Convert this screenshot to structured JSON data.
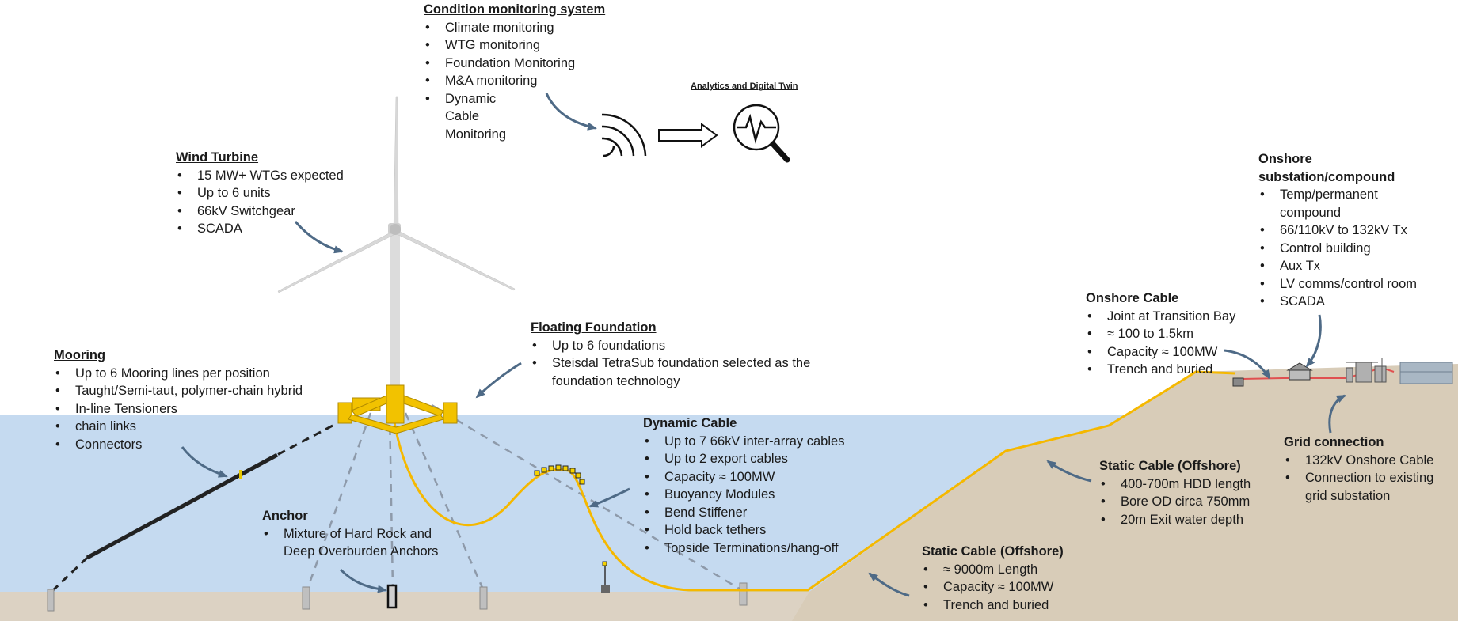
{
  "colors": {
    "sea": "#c5daf0",
    "seabed": "#dcd2c3",
    "land": "#d8ccb8",
    "foundation": "#f2c200",
    "cable": "#f5b800",
    "arrow": "#4e6a86"
  },
  "condition_monitoring": {
    "title": "Condition monitoring system",
    "items": [
      "Climate monitoring",
      "WTG monitoring",
      "Foundation Monitoring",
      "M&A monitoring",
      "Dynamic Cable Monitoring"
    ]
  },
  "analytics": {
    "title": "Analytics and Digital Twin"
  },
  "wind_turbine": {
    "title": "Wind Turbine",
    "items": [
      "15 MW+ WTGs expected",
      "Up to 6 units",
      "66kV Switchgear",
      "SCADA"
    ]
  },
  "mooring": {
    "title": "Mooring",
    "items": [
      "Up to 6 Mooring lines per position",
      "Taught/Semi-taut, polymer-chain hybrid",
      "In-line Tensioners",
      "chain links",
      "Connectors"
    ]
  },
  "floating_foundation": {
    "title": "Floating Foundation",
    "items": [
      "Up to 6 foundations",
      "Steisdal TetraSub foundation selected as the foundation technology"
    ]
  },
  "dynamic_cable": {
    "title": "Dynamic Cable",
    "items": [
      "Up to  7 66kV inter-array cables",
      "Up to 2 export cables",
      "Capacity ≈ 100MW",
      "Buoyancy Modules",
      "Bend Stiffener",
      "Hold back tethers",
      "Topside Terminations/hang-off"
    ]
  },
  "anchor": {
    "title": "Anchor",
    "items": [
      "Mixture of Hard Rock and Deep Overburden Anchors"
    ]
  },
  "static_cable_1": {
    "title": "Static Cable (Offshore)",
    "items": [
      "≈ 9000m Length",
      "Capacity ≈ 100MW",
      "Trench and buried"
    ]
  },
  "static_cable_2": {
    "title": "Static Cable (Offshore)",
    "items": [
      "400-700m HDD length",
      "Bore OD circa 750mm",
      "20m Exit water depth"
    ]
  },
  "onshore_cable": {
    "title": "Onshore Cable",
    "items": [
      "Joint at Transition Bay",
      "≈ 100 to 1.5km",
      "Capacity ≈ 100MW",
      "Trench and buried"
    ]
  },
  "onshore_substation": {
    "title": "Onshore substation/compound",
    "items": [
      "Temp/permanent compound",
      "66/110kV to 132kV Tx",
      "Control  building",
      "Aux Tx",
      "LV comms/control room",
      "SCADA"
    ]
  },
  "grid_connection": {
    "title": "Grid connection",
    "items": [
      "132kV Onshore Cable",
      "Connection to existing grid substation"
    ]
  },
  "icons": [
    "signal-waves-icon",
    "hollow-arrow-icon",
    "analytics-magnifier-icon"
  ]
}
